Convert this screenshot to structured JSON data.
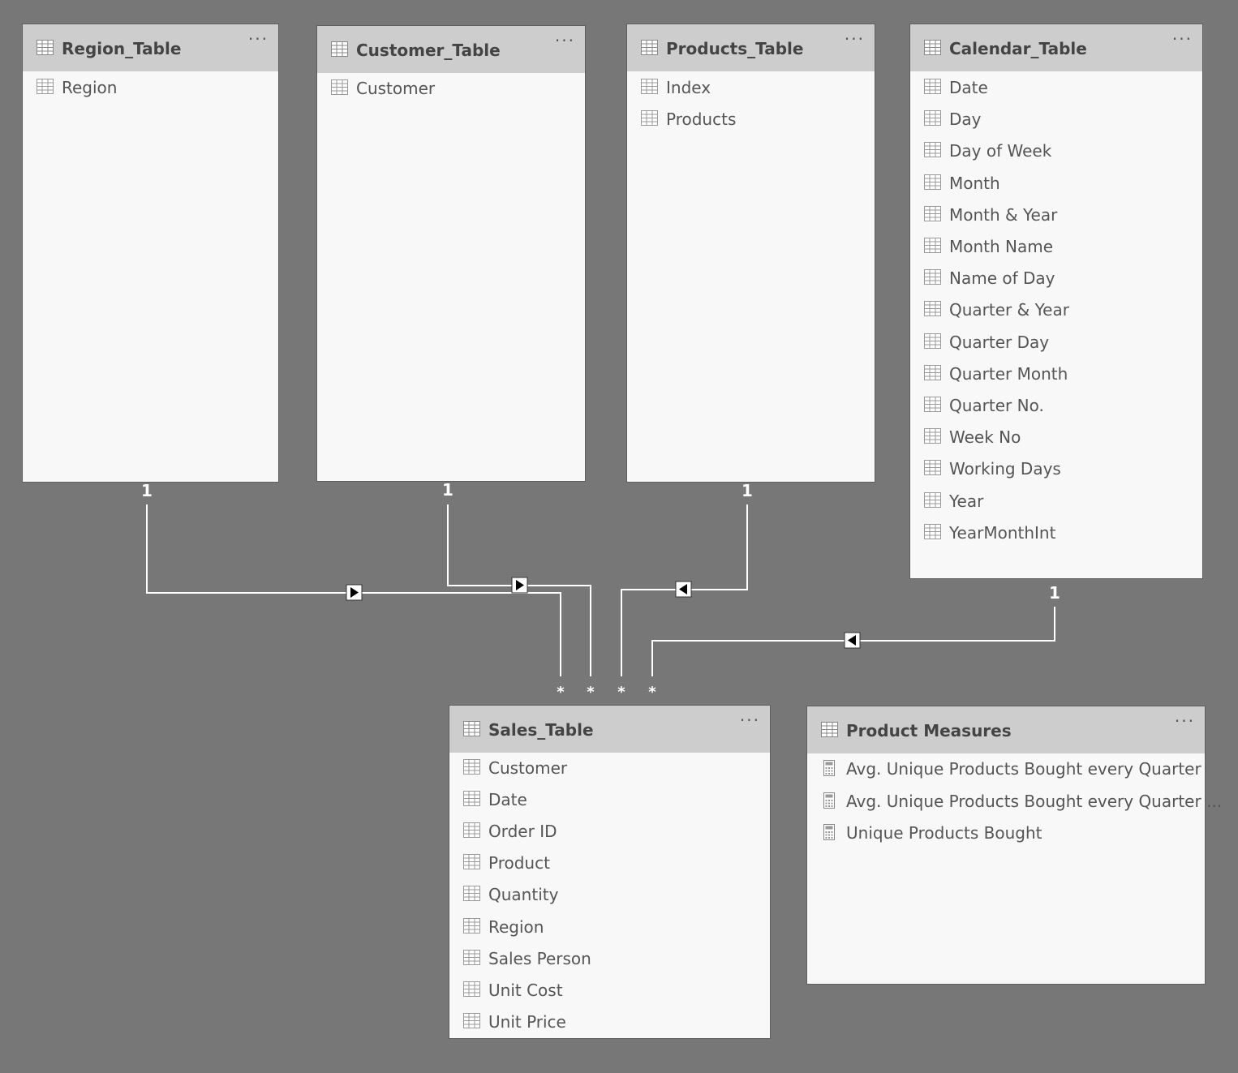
{
  "tables": {
    "region": {
      "title": "Region_Table",
      "more": "···",
      "fields": [
        "Region"
      ]
    },
    "customer": {
      "title": "Customer_Table",
      "more": "···",
      "fields": [
        "Customer"
      ]
    },
    "products": {
      "title": "Products_Table",
      "more": "···",
      "fields": [
        "Index",
        "Products"
      ]
    },
    "calendar": {
      "title": "Calendar_Table",
      "more": "···",
      "fields": [
        "Date",
        "Day",
        "Day of Week",
        "Month",
        "Month & Year",
        "Month Name",
        "Name of Day",
        "Quarter & Year",
        "Quarter Day",
        "Quarter Month",
        "Quarter No.",
        "Week No",
        "Working Days",
        "Year",
        "YearMonthInt"
      ]
    },
    "sales": {
      "title": "Sales_Table",
      "more": "···",
      "fields": [
        "Customer",
        "Date",
        "Order ID",
        "Product",
        "Quantity",
        "Region",
        "Sales Person",
        "Unit Cost",
        "Unit Price"
      ]
    },
    "measures": {
      "title": "Product Measures",
      "more": "···",
      "fields": [
        "Avg. Unique Products Bought every Quarter",
        "Avg. Unique Products Bought every Quarter ...",
        "Unique Products Bought"
      ]
    }
  },
  "relationships": {
    "one_side": "1",
    "many_side": "*",
    "items": [
      {
        "from": "Region_Table",
        "to": "Sales_Table",
        "from_card": "1",
        "to_card": "*"
      },
      {
        "from": "Customer_Table",
        "to": "Sales_Table",
        "from_card": "1",
        "to_card": "*"
      },
      {
        "from": "Products_Table",
        "to": "Sales_Table",
        "from_card": "1",
        "to_card": "*"
      },
      {
        "from": "Calendar_Table",
        "to": "Sales_Table",
        "from_card": "1",
        "to_card": "*"
      }
    ]
  },
  "icons": {
    "table_header": "table-grid-icon",
    "column": "column-grid-icon",
    "measure": "calculator-icon",
    "more": "more-options-icon",
    "filter_direction": "filter-direction-arrow-icon"
  }
}
